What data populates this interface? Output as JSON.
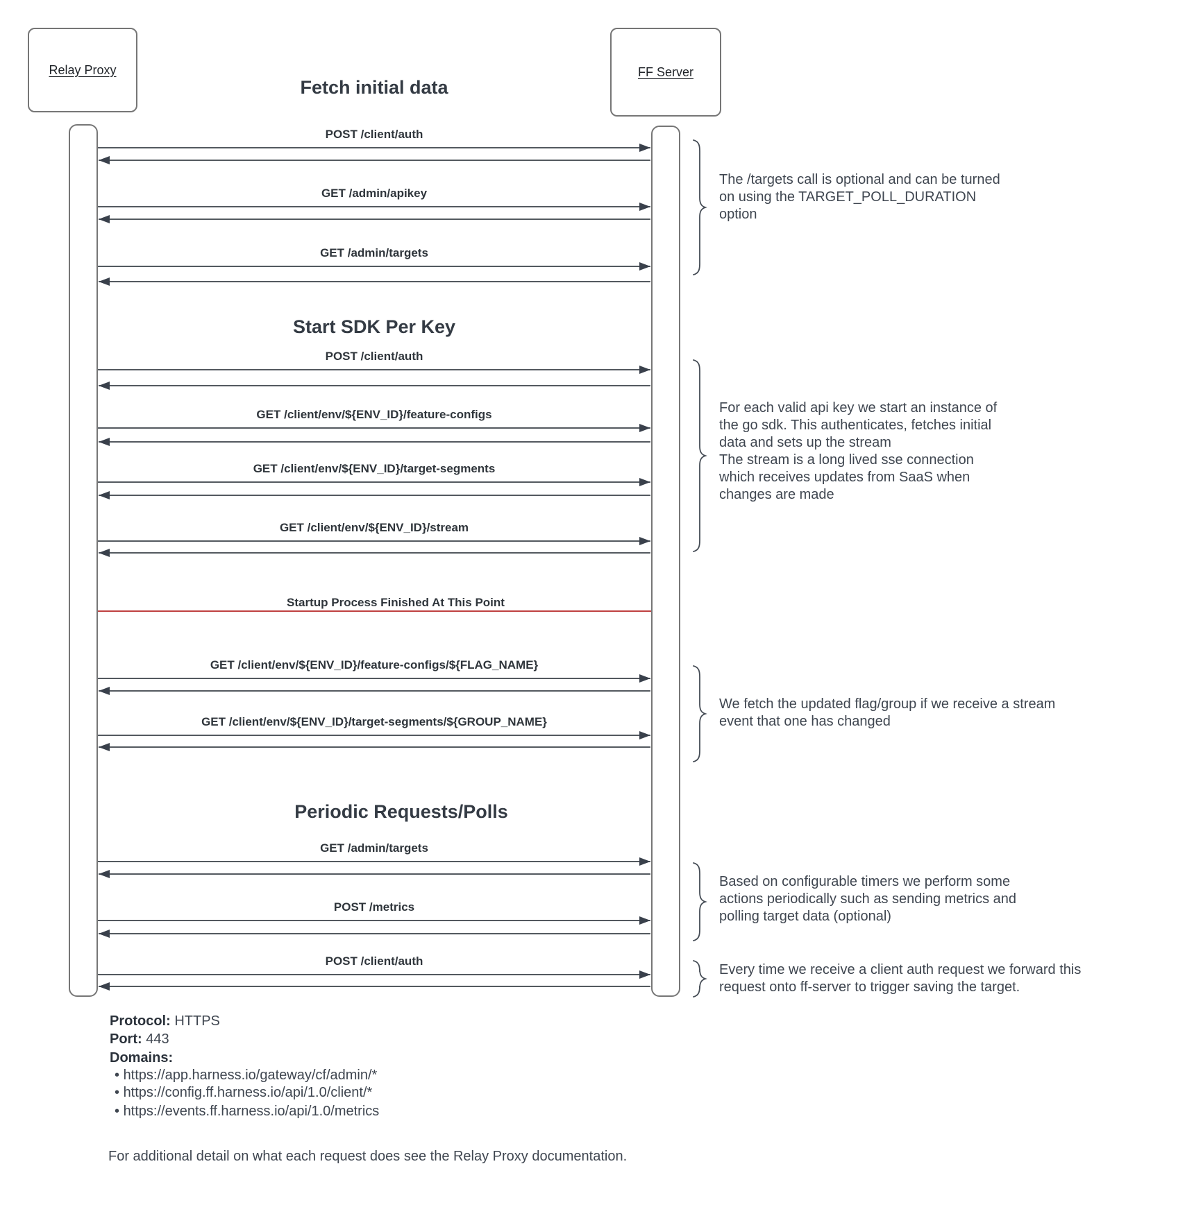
{
  "diagram": {
    "title": "Fetch initial data",
    "sections": {
      "start_sdk": "Start SDK Per Key",
      "periodic": "Periodic Requests/Polls"
    },
    "divider_label": "Startup Process Finished At This Point"
  },
  "actors": {
    "left": "Relay Proxy",
    "right": "FF Server"
  },
  "messages": [
    {
      "label": "POST /client/auth"
    },
    {
      "label": "GET /admin/apikey"
    },
    {
      "label": "GET /admin/targets"
    },
    {
      "label": "POST /client/auth"
    },
    {
      "label": "GET /client/env/${ENV_ID}/feature-configs"
    },
    {
      "label": "GET /client/env/${ENV_ID}/target-segments"
    },
    {
      "label": "GET /client/env/${ENV_ID}/stream"
    },
    {
      "label": "GET /client/env/${ENV_ID}/feature-configs/${FLAG_NAME}"
    },
    {
      "label": "GET /client/env/${ENV_ID}/target-segments/${GROUP_NAME}"
    },
    {
      "label": "GET /admin/targets"
    },
    {
      "label": "POST /metrics"
    },
    {
      "label": "POST /client/auth"
    }
  ],
  "annotations": [
    {
      "text": "The /targets call is optional and can be turned\non using the TARGET_POLL_DURATION\noption"
    },
    {
      "text": "For each valid api key we start an instance of\nthe go sdk. This authenticates, fetches initial\ndata and sets up the stream\nThe stream is a long lived sse connection\nwhich receives updates from SaaS when\nchanges are made"
    },
    {
      "text": "We fetch the updated flag/group if we receive a stream\nevent that one has changed"
    },
    {
      "text": "Based on configurable timers we perform some\nactions periodically such as sending metrics and\npolling target data (optional)"
    },
    {
      "text": "Every time we receive a client auth request we forward this\nrequest onto ff-server to trigger saving the target."
    }
  ],
  "footer": {
    "protocol_label": "Protocol:",
    "protocol_value": "HTTPS",
    "port_label": "Port:",
    "port_value": "443",
    "domains_label": "Domains:",
    "domains": [
      "https://app.harness.io/gateway/cf/admin/*",
      "https://config.ff.harness.io/api/1.0/client/*",
      "https://events.ff.harness.io/api/1.0/metrics"
    ],
    "note": "For additional detail on what each request does see the Relay Proxy documentation."
  },
  "colors": {
    "divider_red": "#bf4040",
    "arrow": "#39404b",
    "line": "#53595f",
    "text_dark": "#343b44",
    "border_gray": "#767676"
  }
}
